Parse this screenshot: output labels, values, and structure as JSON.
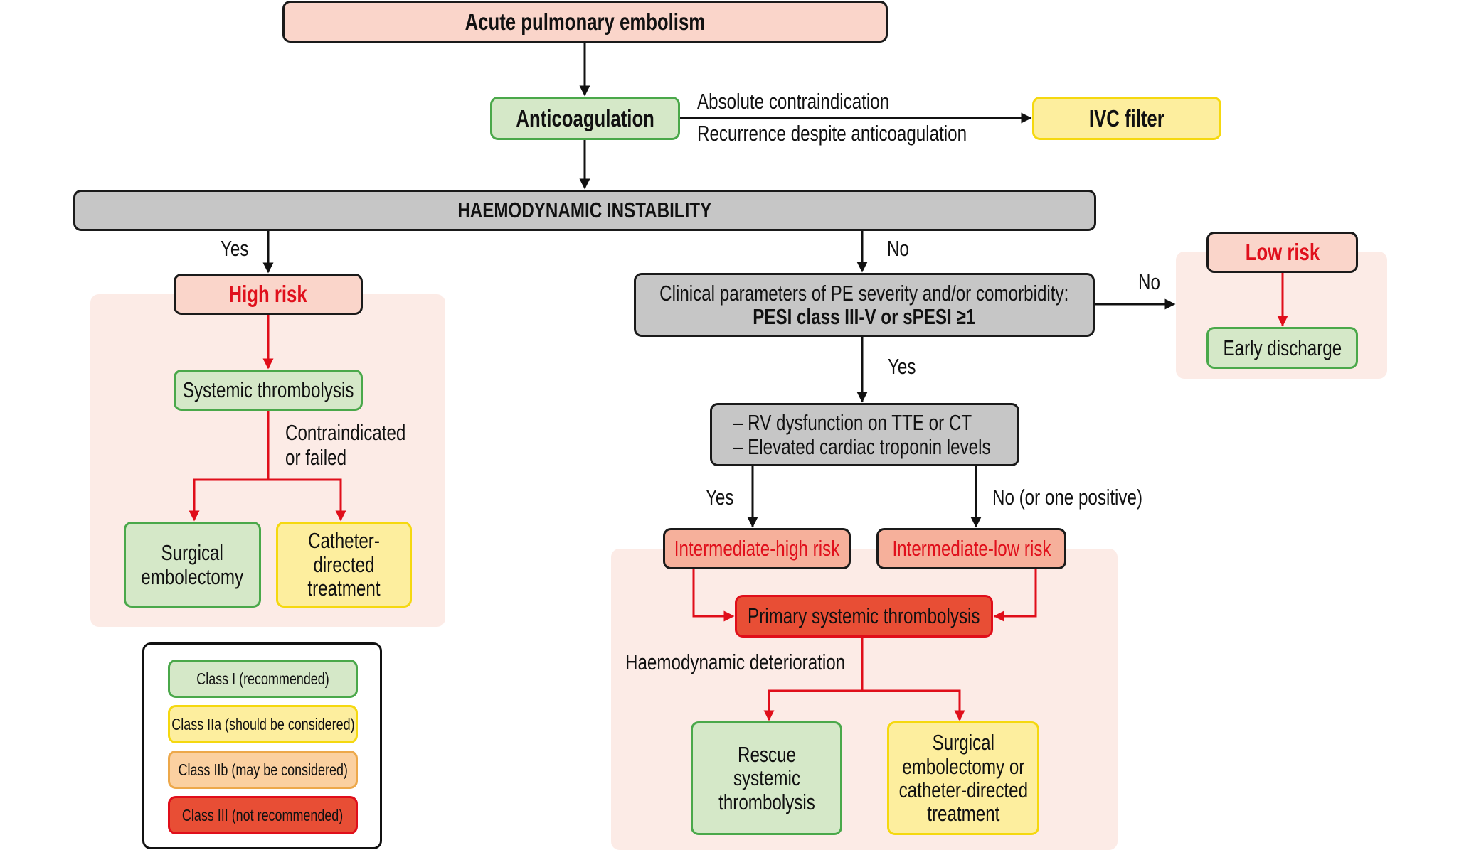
{
  "diagram": {
    "root": "Acute pulmonary embolism",
    "anticoagulation": "Anticoagulation",
    "ivc_condition_1": "Absolute contraindication",
    "ivc_condition_2": "Recurrence despite anticoagulation",
    "ivc_filter": "IVC filter",
    "haemodynamic_instability": "HAEMODYNAMIC INSTABILITY",
    "yes_left": "Yes",
    "no_middle": "No",
    "high_risk": {
      "title": "High risk",
      "systemic_thrombolysis": "Systemic thrombolysis",
      "condition_line1": "Contraindicated",
      "condition_line2": "or failed",
      "surgical_line1": "Surgical",
      "surgical_line2": "embolectomy",
      "catheter_line1": "Catheter-",
      "catheter_line2": "directed",
      "catheter_line3": "treatment"
    },
    "clinical_params": {
      "line1": "Clinical parameters of PE severity and/or comorbidity:",
      "line2": "PESI class III-V or sPESI ≥1"
    },
    "no_right": "No",
    "low_risk": {
      "title": "Low risk",
      "early_discharge": "Early discharge"
    },
    "yes_middle": "Yes",
    "rv_box": {
      "line1": "– RV dysfunction on TTE or CT",
      "line2": "– Elevated cardiac troponin levels"
    },
    "yes_int": "Yes",
    "no_int": "No (or one positive)",
    "intermediate_high": "Intermediate-high risk",
    "intermediate_low": "Intermediate-low risk",
    "primary_thrombolysis": "Primary systemic thrombolysis",
    "deterioration": "Haemodynamic deterioration",
    "rescue_line1": "Rescue",
    "rescue_line2": "systemic",
    "rescue_line3": "thrombolysis",
    "surg_cath_line1": "Surgical",
    "surg_cath_line2": "embolectomy or",
    "surg_cath_line3": "catheter-directed",
    "surg_cath_line4": "treatment"
  },
  "legend": {
    "class1": "Class I (recommended)",
    "class2a": "Class IIa (should be considered)",
    "class2b": "Class IIb (may be considered)",
    "class3": "Class III (not recommended)"
  },
  "colors": {
    "class1_fill": "#d5e8c8",
    "class1_border": "#4aa84a",
    "class2a_fill": "#fdee9e",
    "class2a_border": "#f5d80f",
    "class2b_fill": "#fbd0a0",
    "class2b_border": "#eda84a",
    "class3_fill": "#e84e35",
    "class3_border": "#e00e1a",
    "risk_text": "#e0101c",
    "risk_panel": "#fcebe6",
    "decision_grey": "#c6c6c6"
  }
}
